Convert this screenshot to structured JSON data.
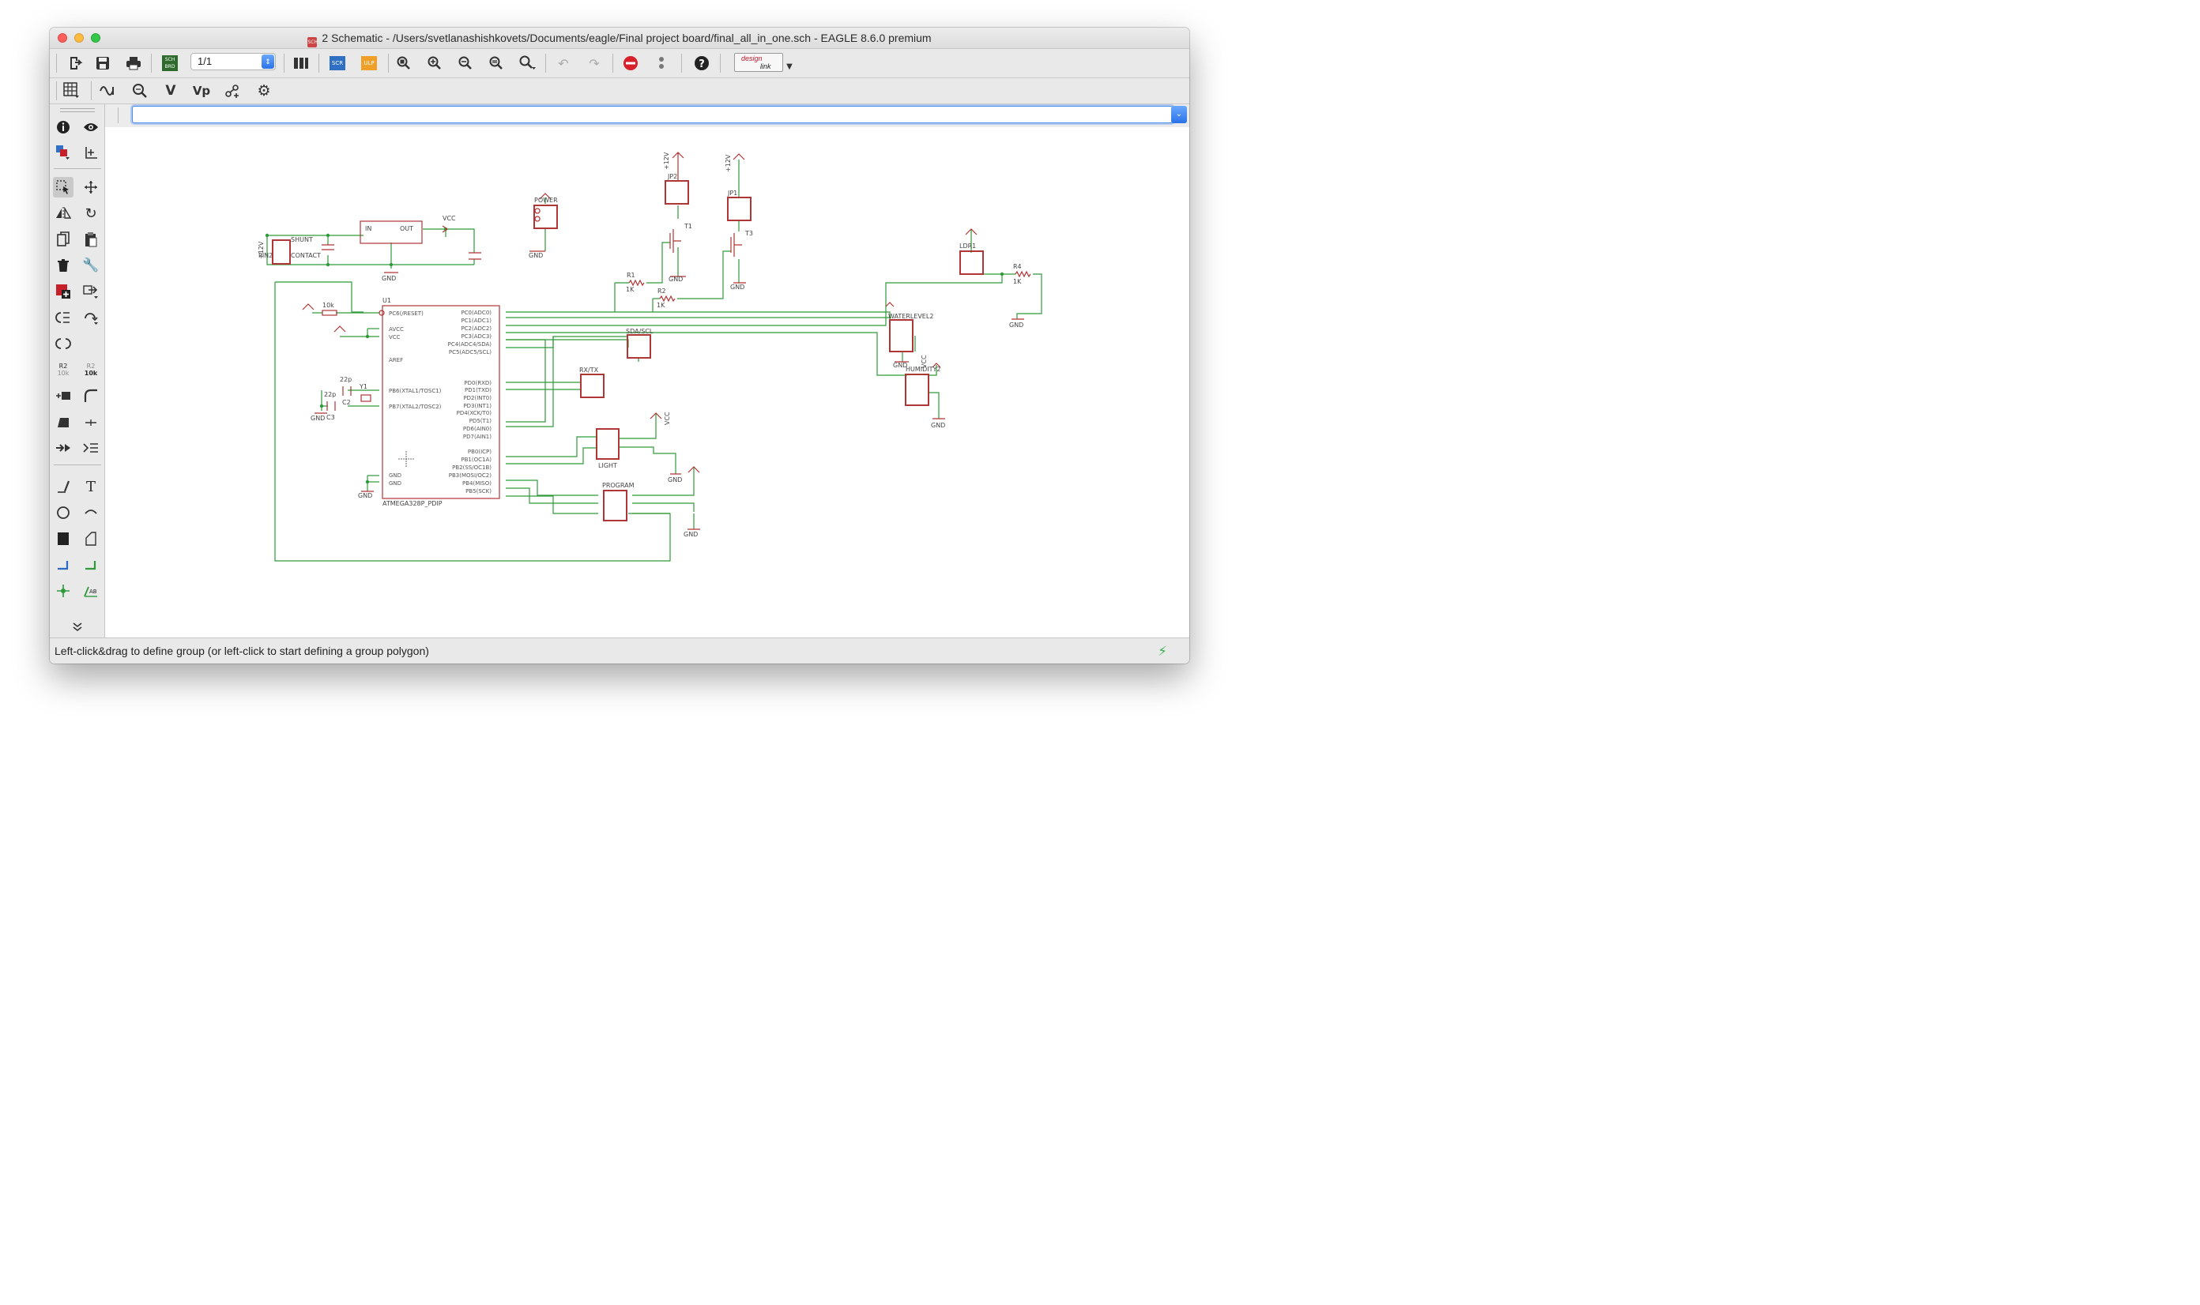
{
  "window": {
    "title": "2 Schematic - /Users/svetlanashishkovets/Documents/eagle/Final project board/final_all_in_one.sch - EAGLE 8.6.0 premium",
    "title_icon_text": "SCH"
  },
  "toolbar": {
    "page_value": "1/1",
    "sch_brd_label": "SCH BRD",
    "scr_label": "SCR",
    "ulp_label": "ULP",
    "design_link_label_1": "design",
    "design_link_label_2": "link"
  },
  "tools2": {
    "v_label": "V",
    "vp_label": "Vp"
  },
  "command": {
    "value": ""
  },
  "left_tools": {
    "r2_label": "R2",
    "r2_value": "10k"
  },
  "status": {
    "message": "Left-click&drag to define group (or left-click to start defining a group polygon)"
  },
  "schematic": {
    "labels": {
      "vcc": "VCC",
      "gnd": "GND",
      "v12": "+12V",
      "power": "POWER",
      "jp2": "JP2",
      "jp1": "JP1",
      "t1": "T1",
      "t3": "T3",
      "r1": "R1",
      "r1v": "1K",
      "r2": "R2",
      "r2v": "1K",
      "r4": "R4",
      "r4v": "1K",
      "ldr1": "LDR1",
      "u1": "U1",
      "u1_name": "ATMEGA328P_PDIP",
      "water": "WATERLEVEL2",
      "humidity": "HUMIDITY2",
      "sda": "SDA/SCL",
      "rxtx": "RX/TX",
      "light": "LIGHT",
      "program": "PROGRAM",
      "in": "IN",
      "out": "OUT",
      "shunt": "SHUNT",
      "contact": "CONTACT",
      "pin2": "PIN2",
      "c22a": "22p",
      "c22b": "22p",
      "c2": "C2",
      "c3": "C3",
      "y1": "Y1",
      "r10k": "10k",
      "pc6": "PC6(/RESET)",
      "avcc": "AVCC",
      "vccpin": "VCC",
      "aref": "AREF",
      "pb6": "PB6(XTAL1/TOSC1)",
      "pb7": "PB7(XTAL2/TOSC2)",
      "gnd1": "GND",
      "gnd2": "GND",
      "pc0": "PC0(ADC0)",
      "pc1": "PC1(ADC1)",
      "pc2": "PC2(ADC2)",
      "pc3": "PC3(ADC3)",
      "pc4": "PC4(ADC4/SDA)",
      "pc5": "PC5(ADC5/SCL)",
      "pd0": "PD0(RXD)",
      "pd1": "PD1(TXD)",
      "pd2": "PD2(INT0)",
      "pd3": "PD3(INT1)",
      "pd4": "PD4(XCK/T0)",
      "pd5": "PD5(T1)",
      "pd6": "PD6(AIN0)",
      "pd7": "PD7(AIN1)",
      "pb0": "PB0(ICP)",
      "pb1": "PB1(OC1A)",
      "pb2": "PB2(SS/OC1B)",
      "pb3": "PB3(MOSI/OC2)",
      "pb4": "PB4(MISO)",
      "pb5": "PB5(SCK)"
    }
  }
}
